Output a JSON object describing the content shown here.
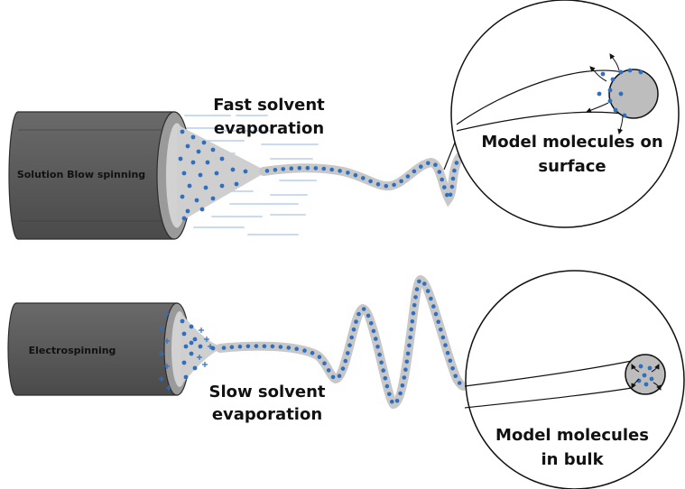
{
  "top": {
    "cylinder_label": "Solution Blow spinning",
    "process_label": [
      "Fast solvent",
      "evaporation"
    ],
    "zoom_label": [
      "Model molecules on",
      "surface"
    ]
  },
  "bottom": {
    "cylinder_label": "Electrospinning",
    "process_label": [
      "Slow solvent",
      "evaporation"
    ],
    "zoom_label": [
      "Model molecules",
      "in bulk"
    ]
  },
  "colors": {
    "cylinder": "#5b5b5b",
    "cylinder_face": "#cfcfcf",
    "molecule": "#2f6fbf",
    "gas_lines": "#c9dbf2",
    "fiber": "#c8c8c8"
  }
}
